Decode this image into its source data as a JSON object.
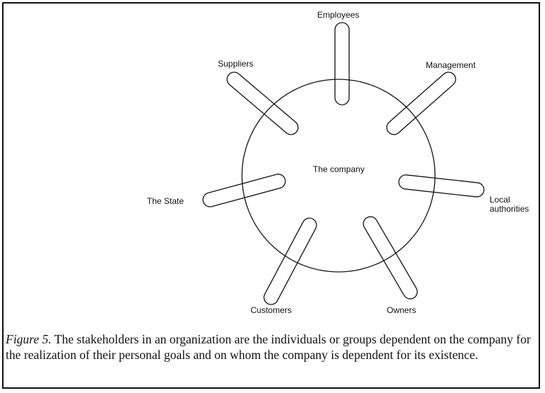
{
  "diagram": {
    "center_label": "The company",
    "stakeholders": [
      {
        "id": "employees",
        "label": "Employees"
      },
      {
        "id": "management",
        "label": "Management"
      },
      {
        "id": "local-authorities",
        "label": "Local authorities",
        "lines": [
          "Local",
          "authorities"
        ]
      },
      {
        "id": "owners",
        "label": "Owners"
      },
      {
        "id": "customers",
        "label": "Customers"
      },
      {
        "id": "the-state",
        "label": "The State"
      },
      {
        "id": "suppliers",
        "label": "Suppliers"
      }
    ]
  },
  "caption": {
    "figure_label": "Figure 5.",
    "text": "The stakeholders in an organization are the individuals or groups dependent on the company for the realization of their personal goals and on whom the company is dependent for its existence."
  }
}
